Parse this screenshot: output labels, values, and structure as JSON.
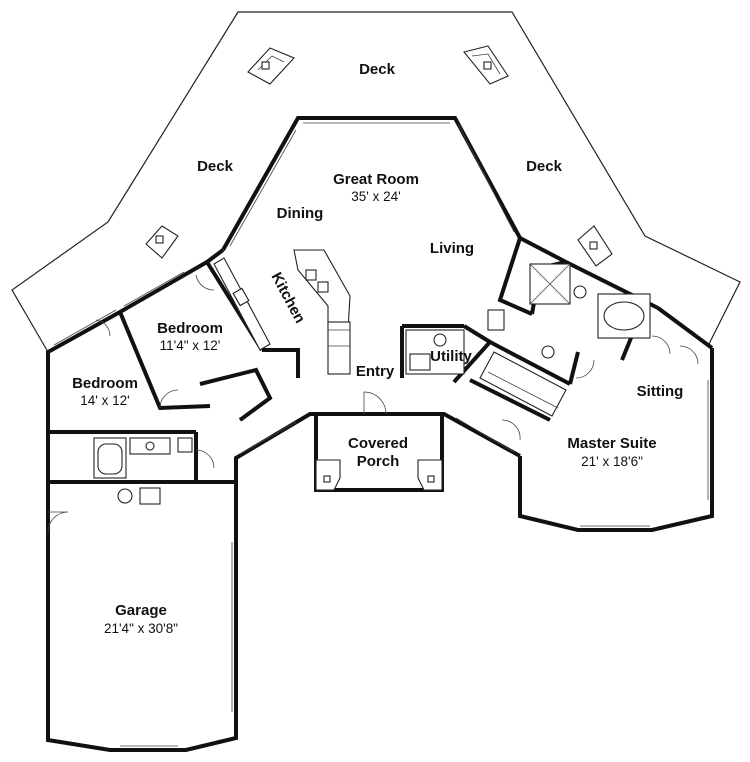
{
  "rooms": {
    "deck_top": "Deck",
    "deck_left": "Deck",
    "deck_right": "Deck",
    "great_room": "Great Room",
    "great_room_dim": "35' x 24'",
    "dining": "Dining",
    "living": "Living",
    "kitchen": "Kitchen",
    "bedroom1": "Bedroom",
    "bedroom1_dim": "11'4\" x 12'",
    "bedroom2": "Bedroom",
    "bedroom2_dim": "14' x 12'",
    "entry": "Entry",
    "utility": "Utility",
    "covered_porch_1": "Covered",
    "covered_porch_2": "Porch",
    "master_suite": "Master Suite",
    "master_suite_dim": "21' x 18'6\"",
    "sitting": "Sitting",
    "garage": "Garage",
    "garage_dim": "21'4\" x 30'8\""
  }
}
